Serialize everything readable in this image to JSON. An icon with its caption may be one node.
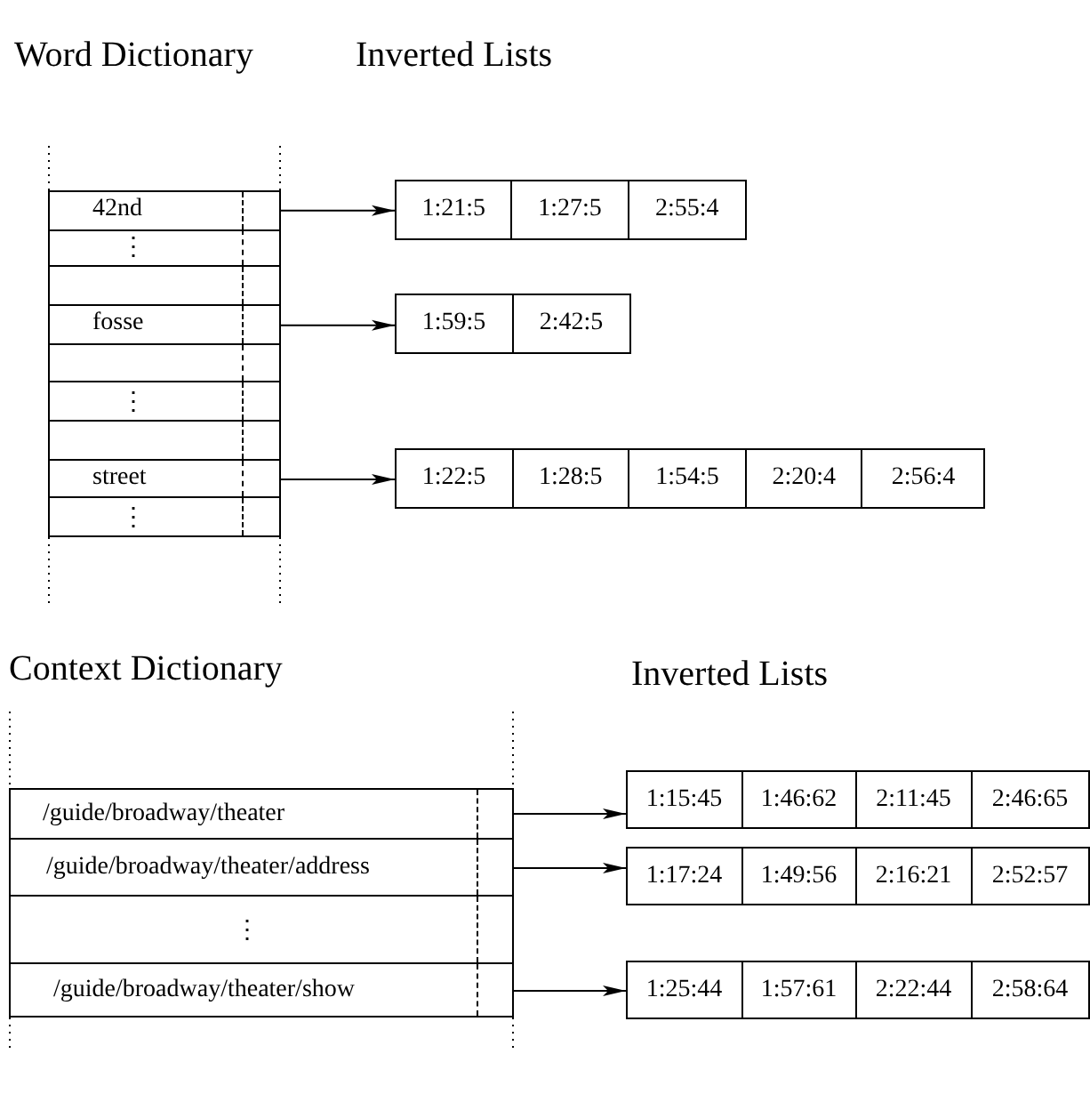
{
  "diagram": {
    "nodes": [
      {
        "text": [
          "Word Dictionary"
        ]
      },
      {
        "text": [
          "42nd"
        ],
        "in": 0
      },
      {
        "text": [
          "⋮"
        ],
        "in": 0
      },
      {
        "text": [],
        "shape": "box",
        "in": 0
      },
      {
        "text": [
          "fosse"
        ],
        "in": 0
      },
      {
        "text": [],
        "shape": "box",
        "in": 0
      },
      {
        "text": [
          "⋮"
        ],
        "in": 0
      },
      {
        "text": [],
        "shape": "box",
        "in": 0
      },
      {
        "text": [
          "street"
        ],
        "in": 0
      },
      {
        "text": [
          "⋮"
        ],
        "in": 0
      },
      {
        "text": [
          "1:21:5",
          "1:27:5",
          "2:55:4"
        ]
      },
      {
        "text": [
          "1:59:5",
          "2:42:5"
        ]
      },
      {
        "text": [
          "1:22:5",
          "1:28:5",
          "1:54:5",
          "2:20:4",
          "2:56:4"
        ]
      },
      {
        "text": [
          "Context Dictionary"
        ]
      },
      {
        "text": [
          "/guide/broadway/theater"
        ],
        "in": 13
      },
      {
        "text": [
          "/guide/broadway/theater/address"
        ],
        "in": 13
      },
      {
        "text": [
          "⋮"
        ],
        "in": 13
      },
      {
        "text": [
          "/guide/broadway/theater/show"
        ],
        "in": 13
      },
      {
        "text": [
          "1:15:45",
          "1:46:62",
          "2:11:45",
          "2:46:65"
        ]
      },
      {
        "text": [
          "1:17:24",
          "1:49:56",
          "2:16:21",
          "2:52:57"
        ]
      },
      {
        "text": [
          "1:25:44",
          "1:57:61",
          "2:22:44",
          "2:58:64"
        ]
      }
    ],
    "edges": [
      {
        "from": 1,
        "to": 10,
        "arrow": "to"
      },
      {
        "from": 4,
        "to": 11,
        "arrow": "to"
      },
      {
        "from": 8,
        "to": 12,
        "arrow": "to"
      },
      {
        "from": 14,
        "to": 18,
        "arrow": "to"
      },
      {
        "from": 15,
        "to": 19,
        "arrow": "to"
      },
      {
        "from": 17,
        "to": 20,
        "arrow": "to"
      }
    ],
    "labels": [
      "Inverted Lists",
      "Inverted Lists"
    ]
  }
}
